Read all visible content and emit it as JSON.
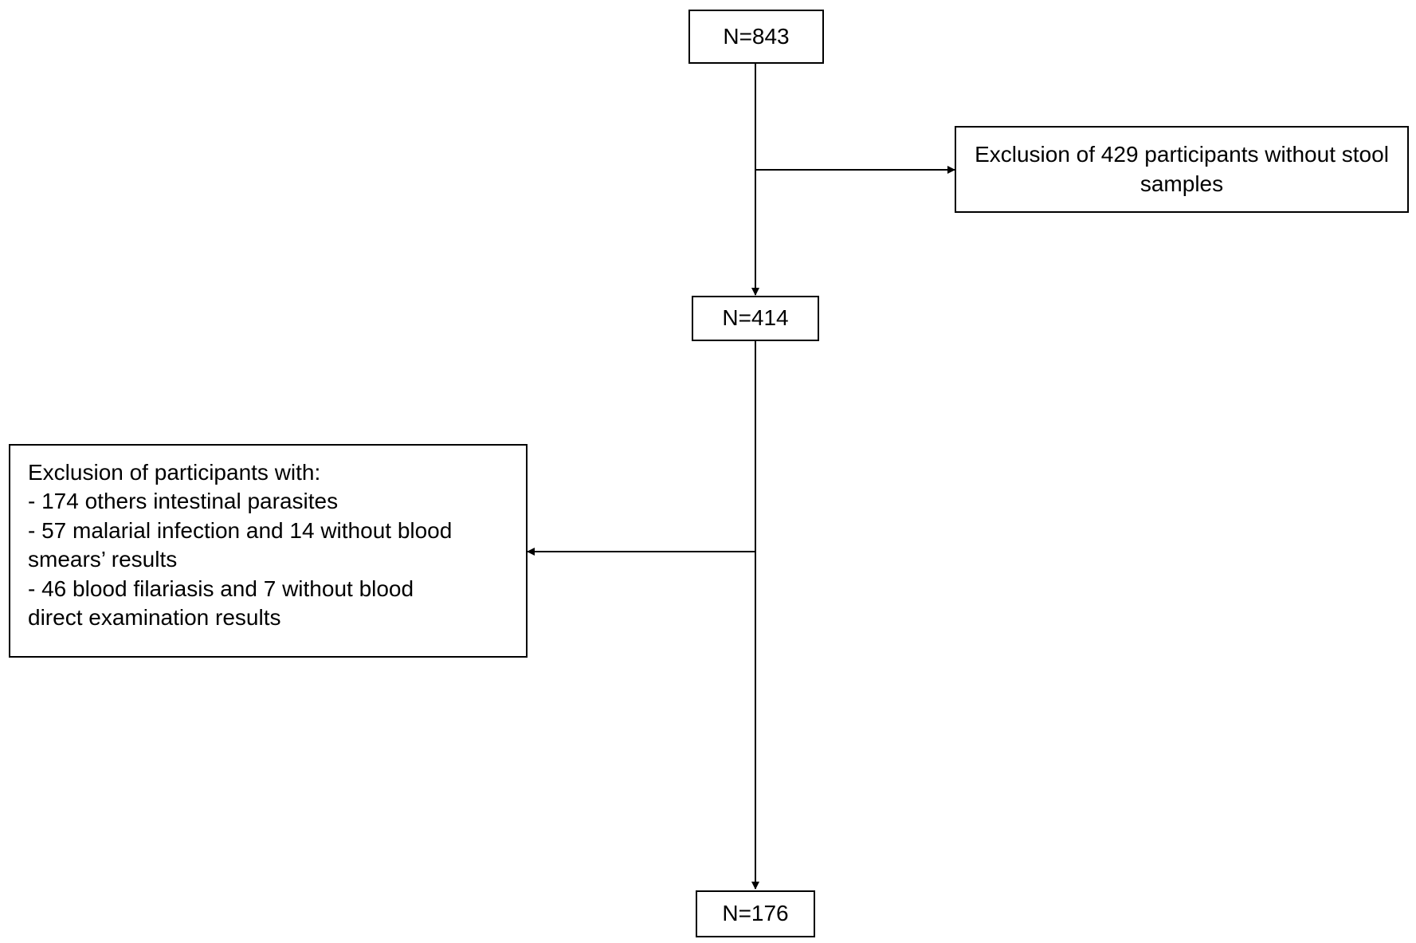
{
  "flowchart": {
    "stage_1": {
      "label": "N=843"
    },
    "exclusion_1": {
      "text": "Exclusion of 429 participants without stool samples"
    },
    "stage_2": {
      "label": "N=414"
    },
    "exclusion_2": {
      "lines": [
        "Exclusion of participants with:",
        "- 174 others intestinal parasites",
        "- 57 malarial infection and 14 without blood",
        "smears’ results",
        "- 46 blood filariasis and 7 without blood",
        "direct examination results"
      ]
    },
    "stage_3": {
      "label": "N=176"
    }
  },
  "colors": {
    "line": "#000000",
    "box_border": "#000000",
    "background": "#ffffff"
  }
}
